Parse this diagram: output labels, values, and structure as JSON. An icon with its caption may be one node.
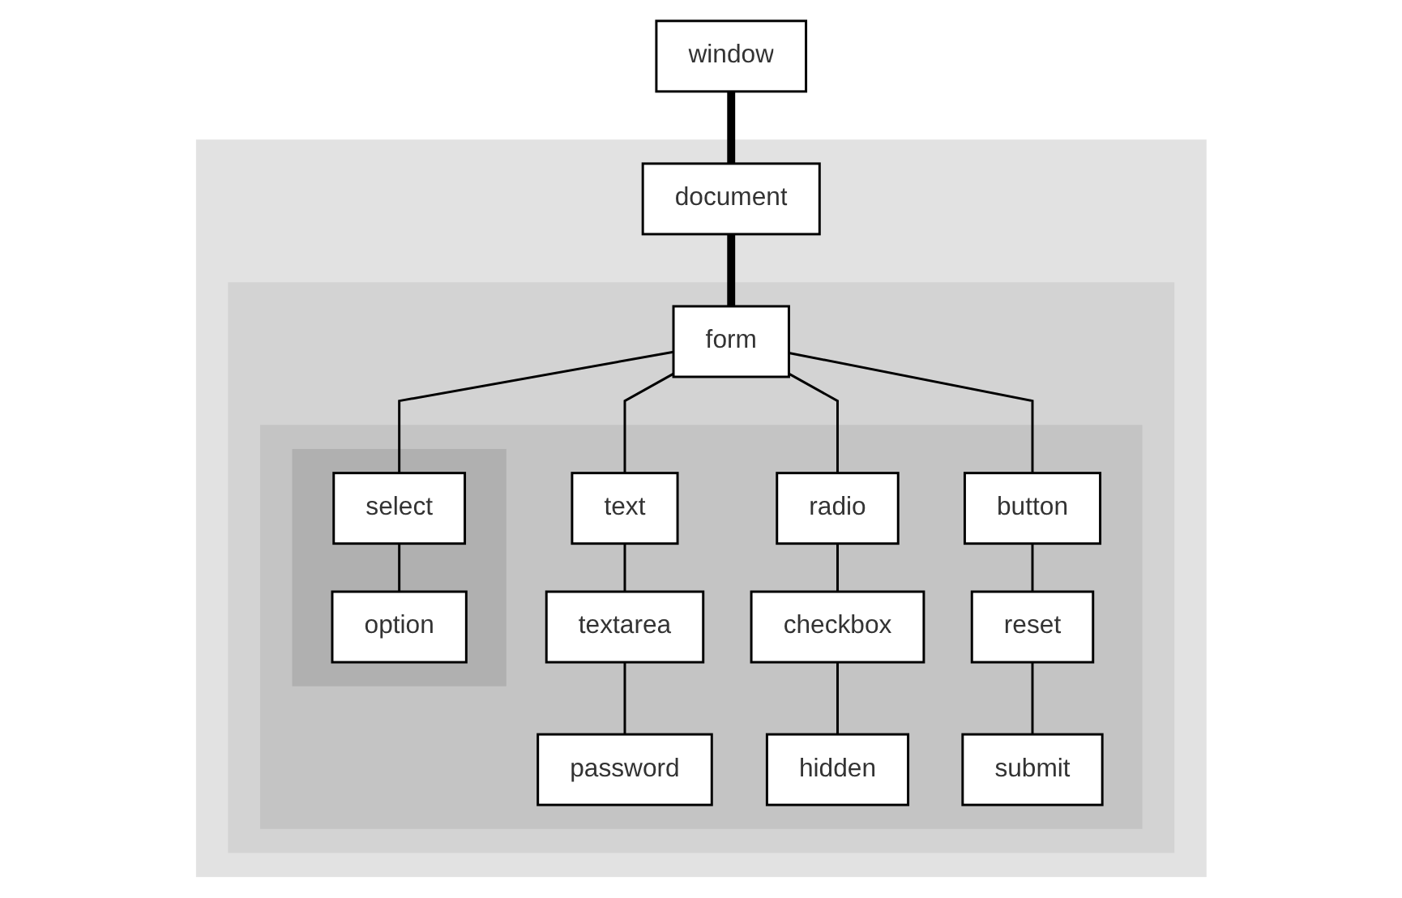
{
  "diagram": {
    "nodes": [
      {
        "text": [
          "window"
        ]
      },
      {
        "text": [],
        "shape": "box"
      },
      {
        "text": [
          "document"
        ],
        "in": 1
      },
      {
        "text": [],
        "shape": "box",
        "in": 1
      },
      {
        "text": [
          "form"
        ],
        "in": 3
      },
      {
        "text": [],
        "shape": "box",
        "in": 3
      },
      {
        "text": [
          "text"
        ],
        "in": 5
      },
      {
        "text": [
          "textarea"
        ],
        "in": 5
      },
      {
        "text": [
          "password"
        ],
        "in": 5
      },
      {
        "text": [
          "radio"
        ],
        "in": 5
      },
      {
        "text": [
          "checkbox"
        ],
        "in": 5
      },
      {
        "text": [
          "hidden"
        ],
        "in": 5
      },
      {
        "text": [
          "button"
        ],
        "in": 5
      },
      {
        "text": [
          "reset"
        ],
        "in": 5
      },
      {
        "text": [
          "submit"
        ],
        "in": 5
      },
      {
        "text": [],
        "shape": "box",
        "in": 5
      },
      {
        "text": [
          "select"
        ],
        "in": 15
      },
      {
        "text": [
          "option"
        ],
        "in": 15
      }
    ],
    "edges": [
      {
        "from": 0,
        "to": 2,
        "arrow": "none",
        "style": "thick"
      },
      {
        "from": 2,
        "to": 4,
        "arrow": "none",
        "style": "thick"
      },
      {
        "from": 4,
        "to": 6,
        "arrow": "none"
      },
      {
        "from": 4,
        "to": 9,
        "arrow": "none"
      },
      {
        "from": 4,
        "to": 12,
        "arrow": "none"
      },
      {
        "from": 4,
        "to": 16,
        "arrow": "none"
      },
      {
        "from": 6,
        "to": 7,
        "arrow": "none"
      },
      {
        "from": 7,
        "to": 8,
        "arrow": "none"
      },
      {
        "from": 9,
        "to": 10,
        "arrow": "none"
      },
      {
        "from": 10,
        "to": 11,
        "arrow": "none"
      },
      {
        "from": 12,
        "to": 13,
        "arrow": "none"
      },
      {
        "from": 13,
        "to": 14,
        "arrow": "none"
      },
      {
        "from": 16,
        "to": 17,
        "arrow": "none"
      }
    ]
  }
}
